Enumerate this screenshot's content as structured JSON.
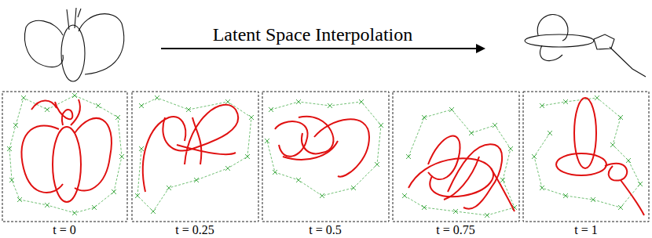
{
  "diagram": {
    "labels": [
      "Latent Space Interpolation",
      "t = 0",
      "t = 0.25",
      "t = 0.5",
      "t = 0.75",
      "t = 1"
    ]
  }
}
